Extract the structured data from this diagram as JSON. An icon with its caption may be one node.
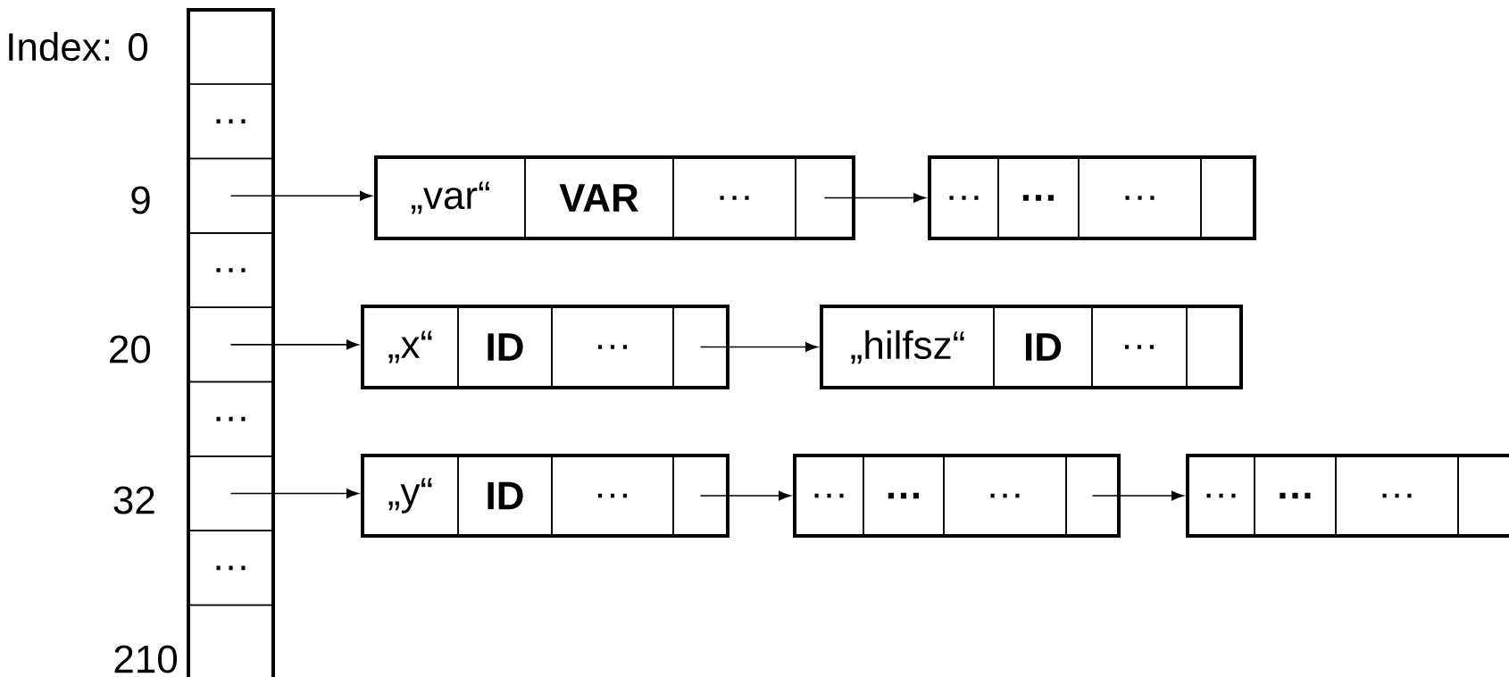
{
  "diagram": {
    "nodes": [
      {
        "text": [],
        "shape": "box"
      },
      {
        "text": [],
        "shape": "box",
        "in": 0,
        "beside": [
          "Index: 0"
        ]
      },
      {
        "text": [
          "…"
        ],
        "in": 0
      },
      {
        "text": [],
        "shape": "box",
        "in": 0,
        "beside": [
          "9"
        ]
      },
      {
        "text": [
          "…"
        ],
        "in": 0
      },
      {
        "text": [],
        "shape": "box",
        "in": 0,
        "beside": [
          "20"
        ]
      },
      {
        "text": [
          "…"
        ],
        "in": 0
      },
      {
        "text": [],
        "shape": "box",
        "in": 0,
        "beside": [
          "32"
        ]
      },
      {
        "text": [
          "…"
        ],
        "in": 0
      },
      {
        "text": [],
        "shape": "box",
        "in": 0,
        "beside": [
          "210"
        ]
      },
      {
        "text": [],
        "shape": "box"
      },
      {
        "text": [
          "„var“"
        ],
        "in": 10
      },
      {
        "text": [
          "VAR"
        ],
        "in": 10
      },
      {
        "text": [
          "…"
        ],
        "in": 10
      },
      {
        "text": [],
        "shape": "box",
        "in": 10
      },
      {
        "text": [],
        "shape": "box"
      },
      {
        "text": [
          "…"
        ],
        "in": 15
      },
      {
        "text": [
          "…"
        ],
        "in": 15
      },
      {
        "text": [
          "…"
        ],
        "in": 15
      },
      {
        "text": [],
        "shape": "box",
        "in": 15
      },
      {
        "text": [],
        "shape": "box"
      },
      {
        "text": [
          "„x“"
        ],
        "in": 20
      },
      {
        "text": [
          "ID"
        ],
        "in": 20
      },
      {
        "text": [
          "…"
        ],
        "in": 20
      },
      {
        "text": [],
        "shape": "box",
        "in": 20
      },
      {
        "text": [],
        "shape": "box"
      },
      {
        "text": [
          "„hilfsz“"
        ],
        "in": 25
      },
      {
        "text": [
          "ID"
        ],
        "in": 25
      },
      {
        "text": [
          "…"
        ],
        "in": 25
      },
      {
        "text": [],
        "shape": "box",
        "in": 25
      },
      {
        "text": [],
        "shape": "box"
      },
      {
        "text": [
          "„y“"
        ],
        "in": 30
      },
      {
        "text": [
          "ID"
        ],
        "in": 30
      },
      {
        "text": [
          "…"
        ],
        "in": 30
      },
      {
        "text": [],
        "shape": "box",
        "in": 30
      },
      {
        "text": [],
        "shape": "box"
      },
      {
        "text": [
          "…"
        ],
        "in": 35
      },
      {
        "text": [
          "…"
        ],
        "in": 35
      },
      {
        "text": [
          "…"
        ],
        "in": 35
      },
      {
        "text": [],
        "shape": "box",
        "in": 35
      },
      {
        "text": [],
        "shape": "box"
      },
      {
        "text": [
          "…"
        ],
        "in": 40
      },
      {
        "text": [
          "…"
        ],
        "in": 40
      },
      {
        "text": [
          "…"
        ],
        "in": 40
      },
      {
        "text": [],
        "shape": "box",
        "in": 40
      }
    ],
    "edges": [
      {
        "from": 3,
        "to": 10,
        "arrow": "to"
      },
      {
        "from": 14,
        "to": 15,
        "arrow": "to"
      },
      {
        "from": 5,
        "to": 20,
        "arrow": "to"
      },
      {
        "from": 24,
        "to": 25,
        "arrow": "to"
      },
      {
        "from": 7,
        "to": 30,
        "arrow": "to"
      },
      {
        "from": 34,
        "to": 35,
        "arrow": "to"
      },
      {
        "from": 39,
        "to": 40,
        "arrow": "to"
      }
    ]
  }
}
